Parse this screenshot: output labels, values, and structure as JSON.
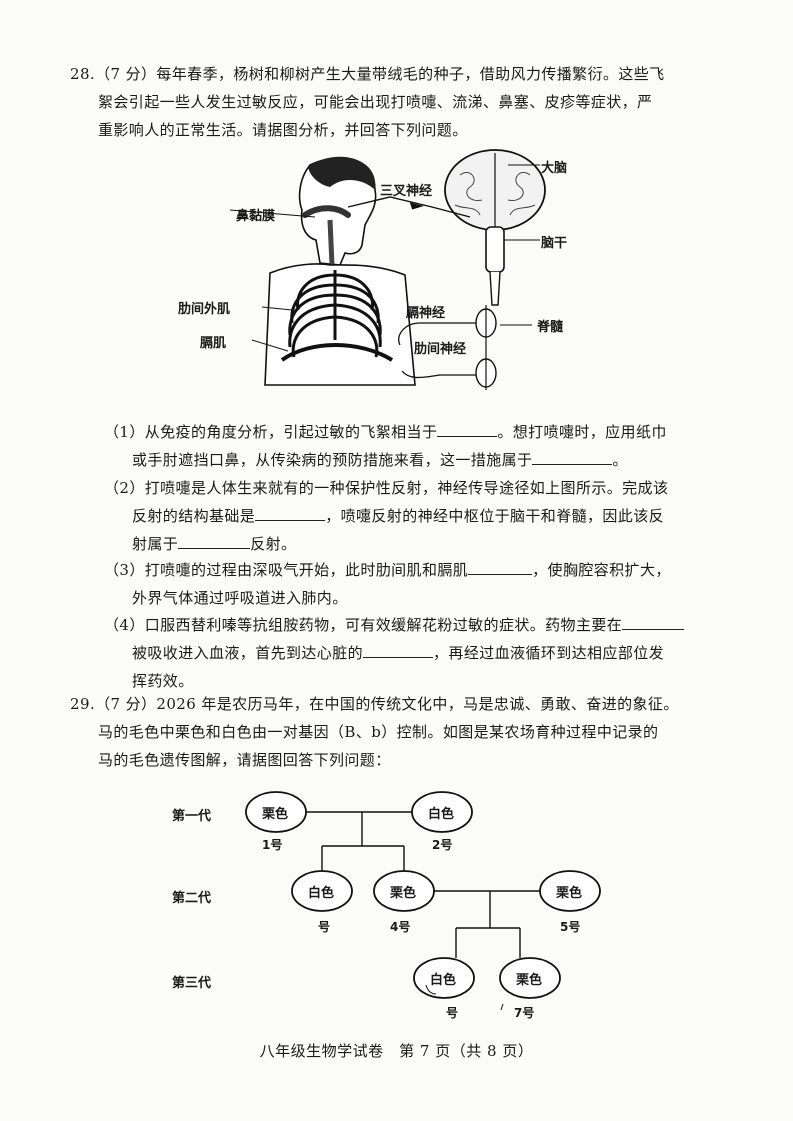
{
  "q28": {
    "number": "28.",
    "score": "（7 分）",
    "intro_line1": "每年春季，杨树和柳树产生大量带绒毛的种子，借助风力传播繁衍。这些飞",
    "intro_line2": "絮会引起一些人发生过敏反应，可能会出现打喷嚏、流涕、鼻塞、皮疹等症状，严",
    "intro_line3": "重影响人的正常生活。请据图分析，并回答下列问题。",
    "figure_labels": {
      "nasal_mucosa": "鼻黏膜",
      "trigeminal": "三叉神经",
      "cerebrum": "大脑",
      "brainstem": "脑干",
      "intercostal_muscle": "肋间外肌",
      "phrenic_nerve": "膈神经",
      "spinal_cord": "脊髓",
      "diaphragm": "膈肌",
      "intercostal_nerve": "肋间神经"
    },
    "sub1": {
      "l1a": "（1）从免疫的角度分析，引起过敏的飞絮相当于",
      "l1b": "。想打喷嚏时，应用纸巾",
      "l2a": "或手肘遮挡口鼻，从传染病的预防措施来看，这一措施属于",
      "l2b": "。"
    },
    "sub2": {
      "l1": "（2）打喷嚏是人体生来就有的一种保护性反射，神经传导途径如上图所示。完成该",
      "l2a": "反射的结构基础是",
      "l2b": "，喷嚏反射的神经中枢位于脑干和脊髓，因此该反",
      "l3a": "射属于",
      "l3b": "反射。"
    },
    "sub3": {
      "l1a": "（3）打喷嚏的过程由深吸气开始，此时肋间肌和膈肌",
      "l1b": "，使胸腔容积扩大，",
      "l2": "外界气体通过呼吸道进入肺内。"
    },
    "sub4": {
      "l1a": "（4）口服西替利嗪等抗组胺药物，可有效缓解花粉过敏的症状。药物主要在",
      "l2a": "被吸收进入血液，首先到达心脏的",
      "l2b": "，再经过血液循环到达相应部位发",
      "l3": "挥药效。"
    }
  },
  "q29": {
    "number": "29.",
    "score": "（7 分）",
    "intro_line1": "2026 年是农历马年，在中国的传统文化中，马是忠诚、勇敢、奋进的象征。",
    "intro_line2": "马的毛色中栗色和白色由一对基因（B、b）控制。如图是某农场育种过程中记录的",
    "intro_line3": "马的毛色遗传图解，请据图回答下列问题：",
    "pedigree": {
      "gen1": "第一代",
      "gen2": "第二代",
      "gen3": "第三代",
      "n1": "栗色",
      "n1_num": "1号",
      "n2": "白色",
      "n2_num": "2号",
      "n3": "白色",
      "n3_num": "号",
      "n4": "栗色",
      "n4_num": "4号",
      "n5": "栗色",
      "n5_num": "5号",
      "n6": "白色",
      "n6_num": "号",
      "n7": "栗色",
      "n7_num": "7号"
    }
  },
  "footer": "八年级生物学试卷　第 7 页（共 8 页）"
}
